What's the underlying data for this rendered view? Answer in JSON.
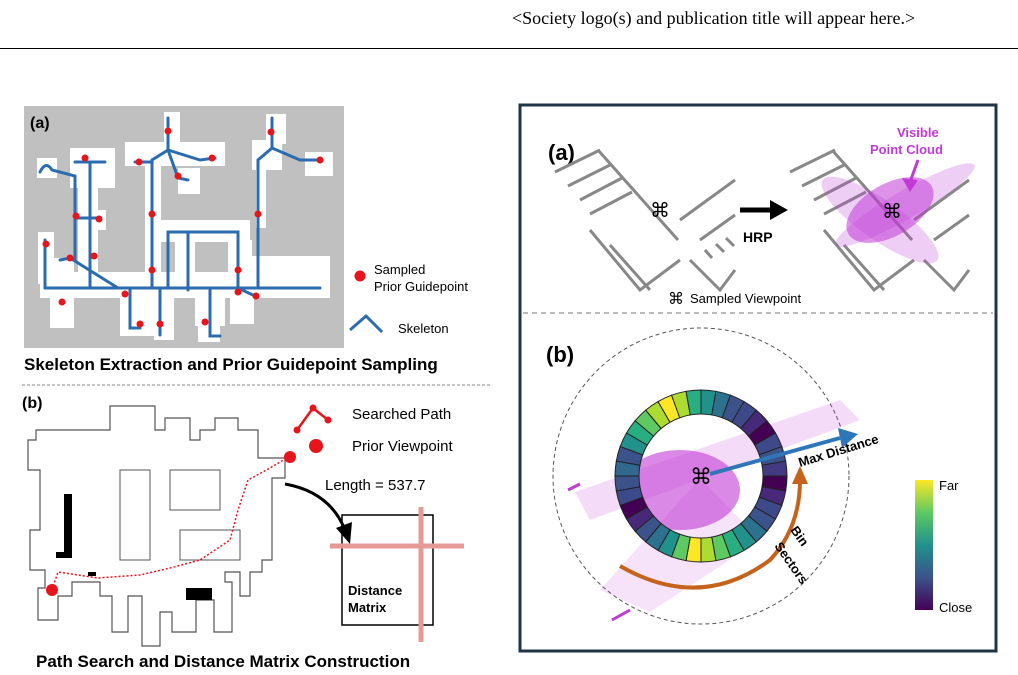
{
  "header": {
    "note": "<Society logo(s) and publication title will appear here.>"
  },
  "left_figure": {
    "panel_a": {
      "label": "(a)",
      "legend_guidepoint_line1": "Sampled",
      "legend_guidepoint_line2": "Prior Guidepoint",
      "legend_skeleton": "Skeleton",
      "caption": "Skeleton Extraction and Prior Guidepoint Sampling"
    },
    "panel_b": {
      "label": "(b)",
      "legend_path": "Searched Path",
      "legend_viewpoint": "Prior Viewpoint",
      "length_text": "Length = 537.7",
      "matrix_label_line1": "Distance",
      "matrix_label_line2": "Matrix",
      "caption": "Path Search and Distance Matrix Construction"
    }
  },
  "right_figure": {
    "panel_a": {
      "label": "(a)",
      "arrow_label": "HRP",
      "cloud_label_line1": "Visible",
      "cloud_label_line2": "Point Cloud",
      "legend_viewpoint": "Sampled Viewpoint"
    },
    "panel_b": {
      "label": "(b)",
      "max_distance": "Max Distance",
      "bin_line1": "Bin",
      "bin_line2": "Sectors",
      "colorbar_far": "Far",
      "colorbar_close": "Close"
    }
  },
  "colors": {
    "guidepoint_red": "#e8141b",
    "skeleton_blue": "#2b6cb0",
    "frame_navy": "#1f3446",
    "cloud_magenta": "#c13ad6",
    "sector_orange": "#c5631d"
  }
}
